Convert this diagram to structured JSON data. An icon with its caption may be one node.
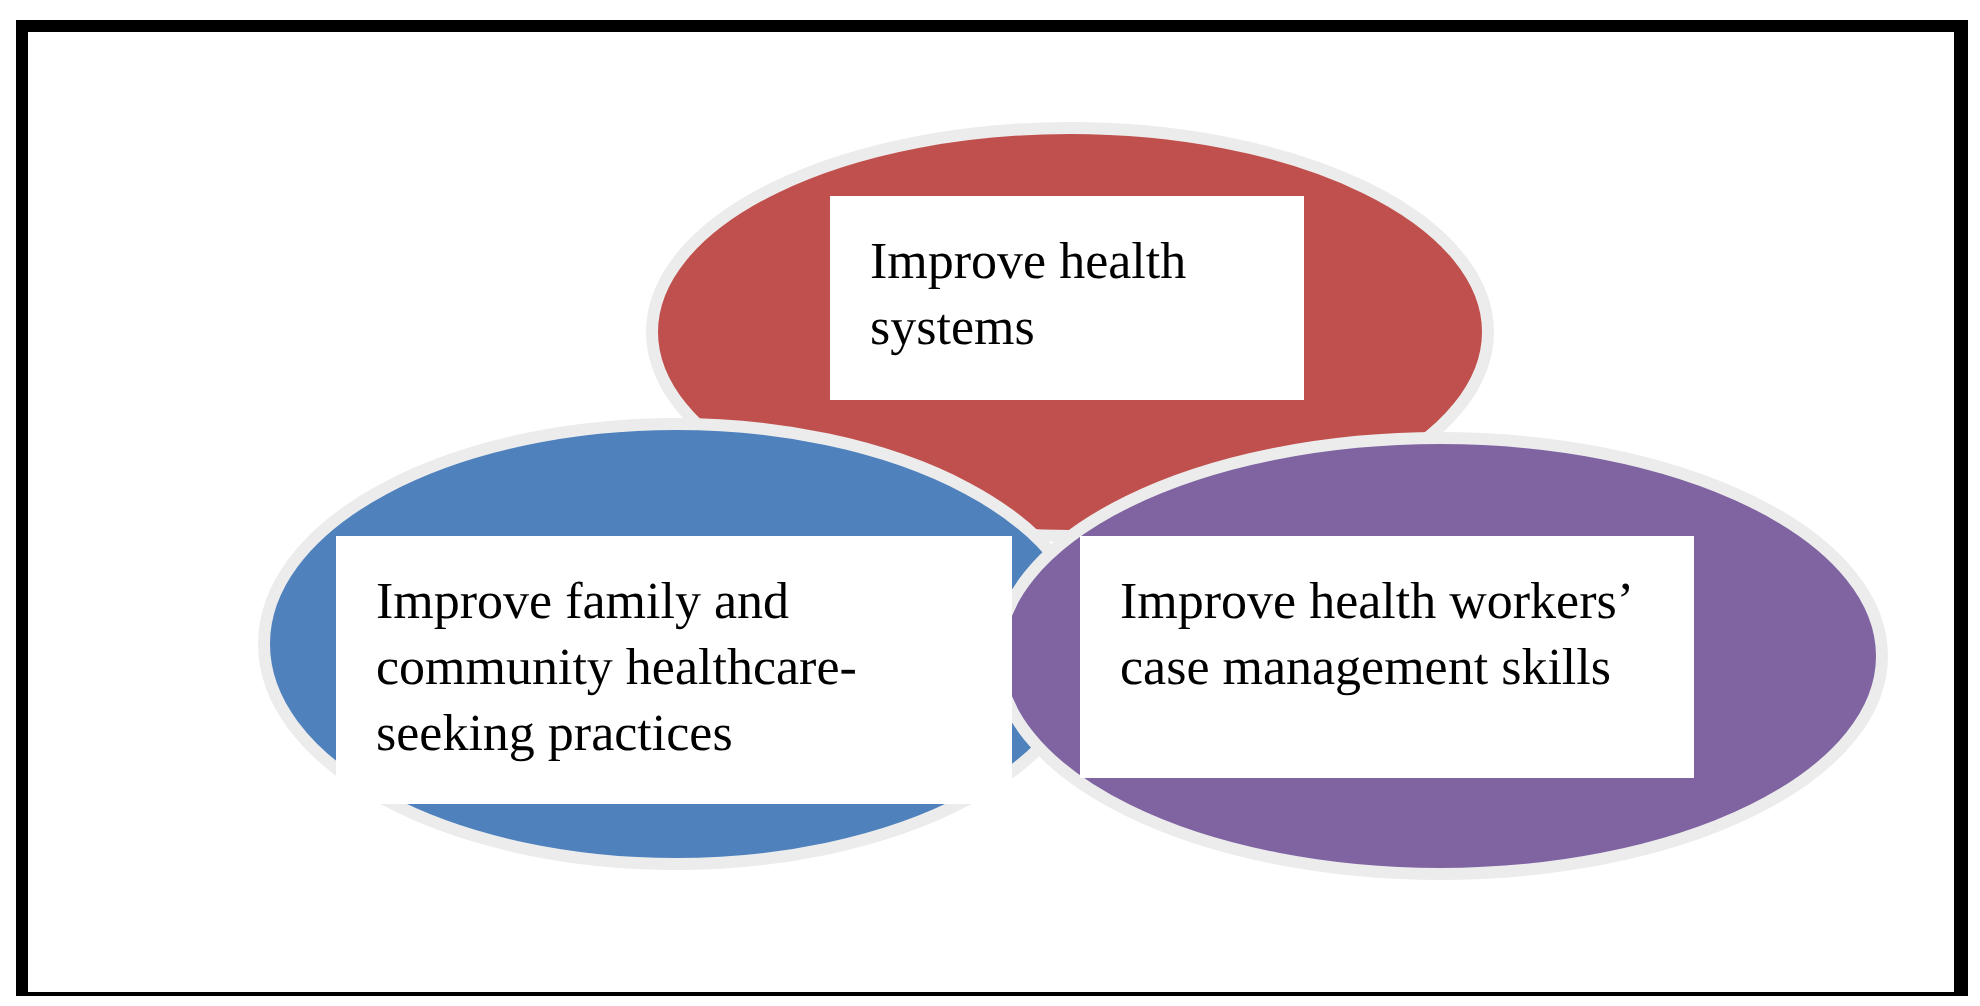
{
  "diagram": {
    "nodes": [
      {
        "text": [],
        "shape": "ellipse"
      },
      {
        "text": [
          "Improve health systems"
        ],
        "in": 0
      },
      {
        "text": [],
        "shape": "ellipse"
      },
      {
        "text": [
          "Improve family and community healthcare-seeking practices"
        ],
        "in": 2
      },
      {
        "text": [],
        "shape": "ellipse"
      },
      {
        "text": [
          "Improve health workers’ case management skills"
        ],
        "in": 4
      }
    ]
  }
}
